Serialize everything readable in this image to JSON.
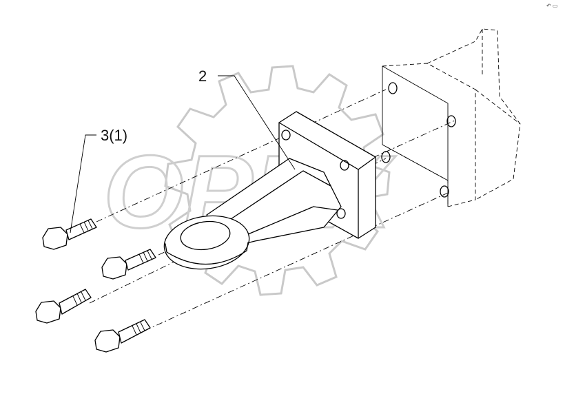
{
  "diagram": {
    "callouts": [
      {
        "id": "part-2",
        "label": "2"
      },
      {
        "id": "part-3",
        "label": "3(1)"
      }
    ],
    "watermark": "OPEX",
    "corner_mark": "↶ ▭"
  }
}
